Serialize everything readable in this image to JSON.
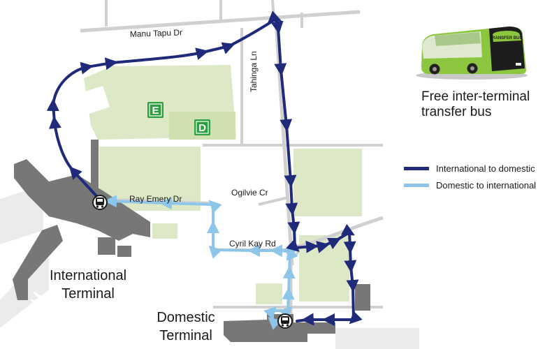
{
  "streets": {
    "manu_tapu": "Manu Tapu Dr",
    "tahinga": "Tahinga Ln",
    "ray_emery": "Ray Emery Dr",
    "ogilvie": "Ogilvie Cr",
    "cyril_kay": "Cyril Kay Rd"
  },
  "terminals": {
    "international": [
      "International",
      "Terminal"
    ],
    "domestic": [
      "Domestic",
      "Terminal"
    ]
  },
  "parking": {
    "e": "E",
    "d": "D"
  },
  "bus": {
    "caption": [
      "Free inter-terminal",
      "transfer bus"
    ],
    "sign": "TRANSFER BUS"
  },
  "legend": [
    {
      "label": "International to domestic",
      "color": "#1f2a7a"
    },
    {
      "label": "Domestic to international",
      "color": "#8ec6ea"
    }
  ],
  "colors": {
    "land": "#dde9c6",
    "terminal": "#777777",
    "road": "#d0d0d0",
    "parking": "#2f9e41",
    "bus_body": "#8cc63f"
  }
}
